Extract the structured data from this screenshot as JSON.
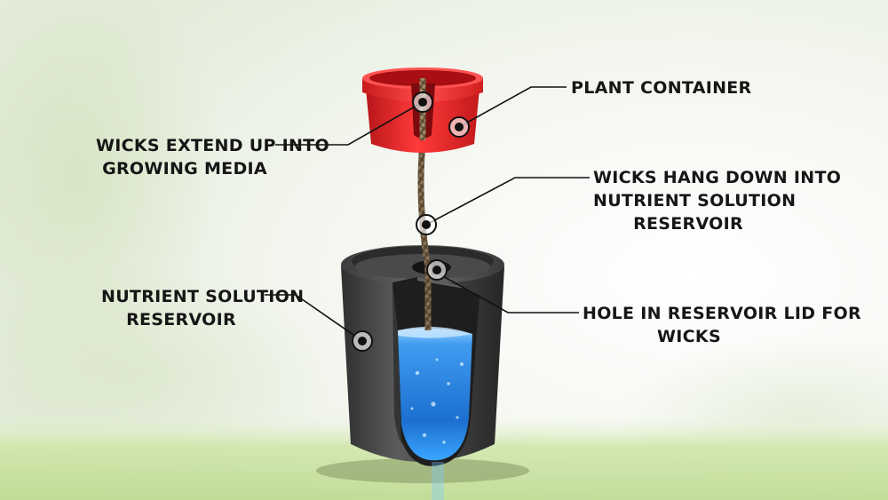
{
  "labels": {
    "plant_container": [
      "PLANT CONTAINER"
    ],
    "wicks_up": [
      "WICKS EXTEND UP INTO",
      "GROWING MEDIA"
    ],
    "wicks_down": [
      "WICKS HANG DOWN INTO",
      "NUTRIENT SOLUTION",
      "RESERVOIR"
    ],
    "reservoir": [
      "NUTRIENT SOLUTION",
      "RESERVOIR"
    ],
    "lid_hole": [
      "HOLE IN RESERVOIR LID FOR",
      "WICKS"
    ]
  },
  "colors": {
    "background": "#f2f5ee",
    "plant_container": "#e32222",
    "reservoir": "#4a4a4a",
    "water": "#2f8fe0",
    "wick": "#8a7355",
    "leader_line": "#111111"
  }
}
